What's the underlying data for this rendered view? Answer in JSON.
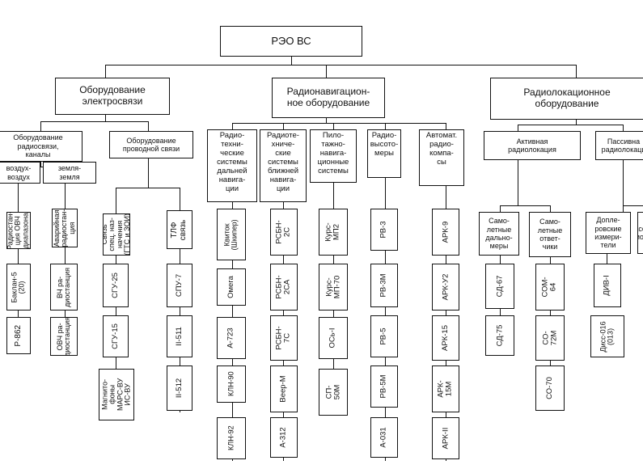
{
  "root": "РЭО ВС",
  "level1": {
    "electro": "Оборудование\nэлектросвязи",
    "nav": "Радионавигацион-\nное оборудование",
    "radar": "Радиолокационное\nоборудование"
  },
  "electro": {
    "radio": "Оборудование\nрадиосвязи,\nканалы",
    "wired": "Оборудование\nпроводной связи",
    "air_air": "воздух-\nвоздух",
    "ground": "земля-\nземля",
    "radio_vhf": "Радиостан-\nция ОВЧ\nдиапазона",
    "emergency": "Аварийная\nрадиостан-\nция",
    "baklan": "Баклан-5\n(20)",
    "p862": "Р-862",
    "hf": "ВЧ ра-\nдиостанция",
    "vhf": "ОВЧ ра-\nдиостанция",
    "special": "Связь\nспец. наз-\nначения\n(ГТС и ЗОИ)",
    "sgu25": "СГУ-25",
    "sgu15": "СГУ-15",
    "magnet": "Магнито-\nфоны\nМАРС-ВУ\nИС-ВУ",
    "tlf": "ТЛФ\nсвязь",
    "spu7": "СПУ-7",
    "p511": "II-511",
    "p512": "II-512"
  },
  "nav": {
    "far": "Радио-\nтехни-\nческие\nсистемы\nдальней\nнавига-\nции",
    "near": "Радиоте-\nхниче-\nские\nсистемы\nближней\nнавига-\nции",
    "pilot": "Пило-\nтажно-\nнавига-\nционные\nсистемы",
    "alt": "Радио-\nвысото-\nмеры",
    "ark": "Автомат.\nрадио-\nкомпа-\nсы",
    "kvitok": "Квиток\n(Шкипер)",
    "omega": "Омега",
    "a723": "А-723",
    "kln90": "КЛН-90",
    "kln92": "КЛН-92",
    "rsbn2s": "РСБН-\n2С",
    "rsbn2sa": "РСБН-\n2СА",
    "rsbn7s": "РСБН-\n7С",
    "veer": "Веер-М",
    "a312": "А-312",
    "kurs2": "Курс-\nМП2",
    "kurs70": "Курс-\nМП-70",
    "os1": "ОСь-I",
    "sp50": "СП-\n50М",
    "rv3": "РВ-3",
    "rv3m": "РВ-3М",
    "rv5": "РВ-5",
    "rv5m": "РВ-5М",
    "a031": "А-031",
    "ark9": "АРК-9",
    "arku2": "АРК-У2",
    "ark15": "АРК-15",
    "ark15m": "АРК-\n15М",
    "ark11": "АРК-II"
  },
  "radar": {
    "active": "Активная\nрадиолокация",
    "passive": "Пассивна\nрадиолокаци",
    "rangefinder": "Само-\nлетные\nдально-\nмеры",
    "transponder": "Само-\nлетные\nответ-\nчики",
    "doppler": "Допле-\nровские\nизмери-\nтели",
    "sd67": "СД-67",
    "sd75": "СД-75",
    "som64": "СОМ-\n64",
    "so72": "СО-\n72М",
    "so70": "СО-70",
    "div1": "ДИВ-I",
    "diss": "Дисс-016\n(013)"
  }
}
